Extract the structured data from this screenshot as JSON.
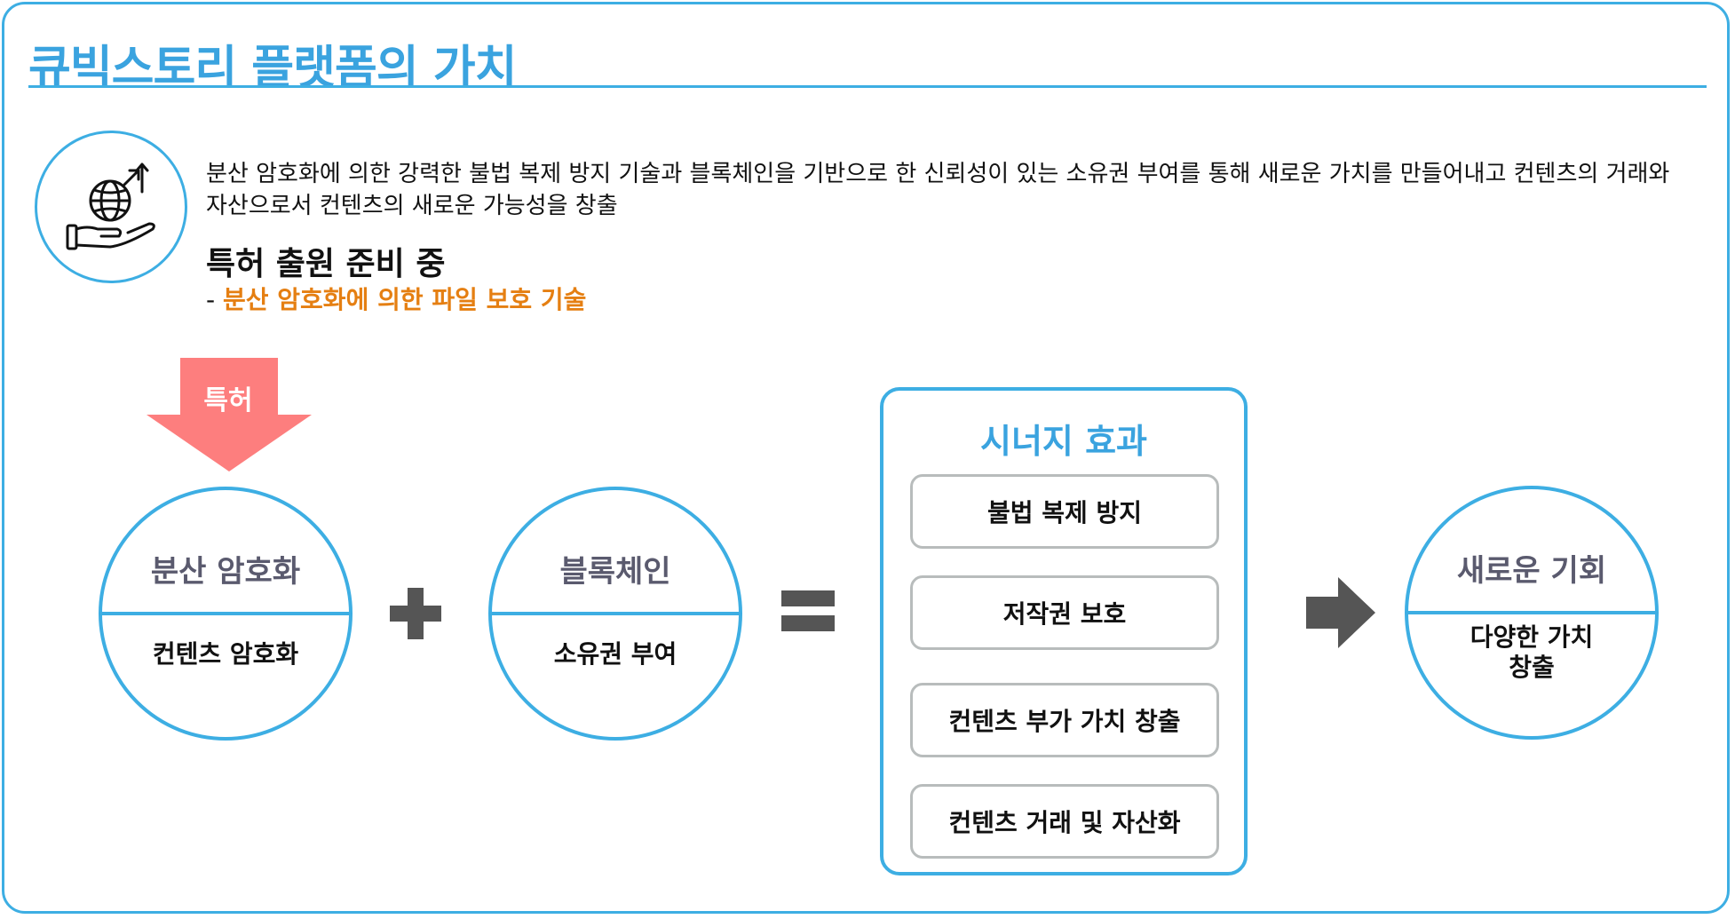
{
  "header": {
    "title": "큐빅스토리 플랫폼의 가치"
  },
  "intro": {
    "icon": "globe-hand-growth-icon",
    "description": "분산 암호화에 의한 강력한 불법 복제 방지 기술과 블록체인을 기반으로 한 신뢰성이 있는 소유권 부여를 통해 새로운 가치를 만들어내고 컨텐츠의 거래와 자산으로서 컨텐츠의 새로운 가능성을 창출",
    "patent_title": "특허 출원 준비 중",
    "patent_dash": "- ",
    "patent_item": "분산 암호화에 의한 파일 보호 기술"
  },
  "patent_arrow": {
    "label": "특허",
    "color": "#fd7e7e"
  },
  "circles": [
    {
      "top": "분산 암호화",
      "bottom": "컨텐츠 암호화"
    },
    {
      "top": "블록체인",
      "bottom": "소유권 부여"
    },
    {
      "top": "새로운 기회",
      "bottom_line1": "다양한 가치",
      "bottom_line2": "창출"
    }
  ],
  "operators": {
    "plus": "plus-icon",
    "equals": "equals-icon",
    "arrow": "arrow-right-icon",
    "color": "#555555"
  },
  "synergy": {
    "title": "시너지 효과",
    "items": [
      "불법 복제 방지",
      "저작권 보호",
      "컨텐츠 부가 가치 창출",
      "컨텐츠 거래 및 자산화"
    ]
  },
  "colors": {
    "accent": "#3daee3",
    "title": "#3aa3df",
    "highlight": "#e57f12",
    "box_border": "#b8bcbc"
  }
}
